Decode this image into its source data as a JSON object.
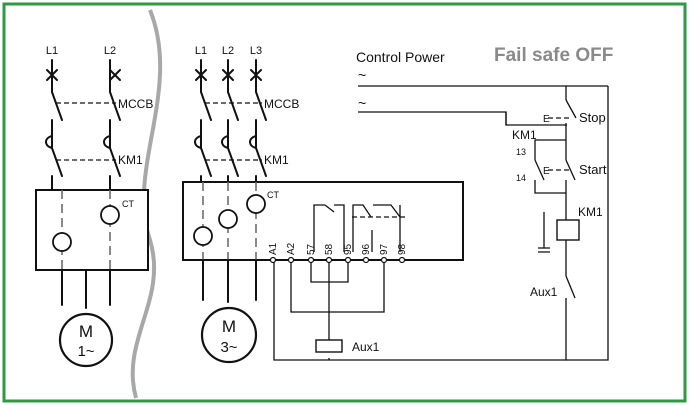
{
  "frame": {
    "border_color": "#2e9a44"
  },
  "single_phase": {
    "phases": [
      "L1",
      "L2"
    ],
    "breaker": "MCCB",
    "contactor": "KM1",
    "ct": "CT",
    "motor": {
      "letter": "M",
      "phase": "1~"
    }
  },
  "three_phase": {
    "phases": [
      "L1",
      "L2",
      "L3"
    ],
    "breaker": "MCCB",
    "contactor": "KM1",
    "ct": "CT",
    "motor": {
      "letter": "M",
      "phase": "3~"
    },
    "terminals": [
      "A1",
      "A2",
      "57",
      "58",
      "95",
      "96",
      "97",
      "98"
    ]
  },
  "control": {
    "title": "Control Power",
    "mode": "Fail safe OFF",
    "ac_symbol": "~",
    "stop": "Stop",
    "start": "Start",
    "km1_aux": "KM1",
    "km1_coil": "KM1",
    "aux_contact": "Aux1",
    "aux_relay": "Aux1",
    "pin_13": "13",
    "pin_14": "14",
    "push_marker": "E"
  }
}
